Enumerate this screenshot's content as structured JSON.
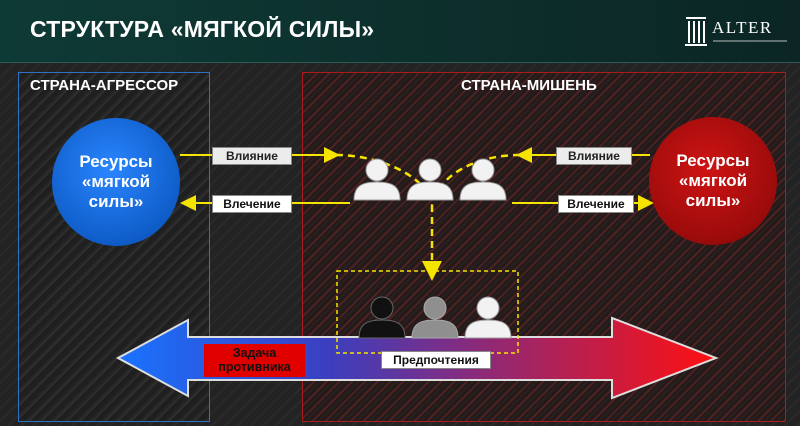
{
  "header": {
    "title": "СТРУКТУРА «МЯГКОЙ СИЛЫ»",
    "logo_text": "ALTER"
  },
  "panels": {
    "left_label": "СТРАНА-АГРЕССОР",
    "right_label": "СТРАНА-МИШЕНЬ"
  },
  "nodes": {
    "left_circle": "Ресурсы\n«мягкой\nсилы»",
    "right_circle": "Ресурсы\n«мягкой\nсилы»"
  },
  "labels": {
    "influence_left": "Влияние",
    "attraction_left": "Влечение",
    "influence_right": "Влияние",
    "attraction_right": "Влечение",
    "preferences": "Предпочтения",
    "enemy_task": "Задача противника"
  },
  "colors": {
    "aggressor": "#1565e0",
    "target": "#b00b0b",
    "arrow": "#f5e400",
    "header_bg": "#0e3a36"
  },
  "icons": [
    "person-icon",
    "logo-icon"
  ]
}
